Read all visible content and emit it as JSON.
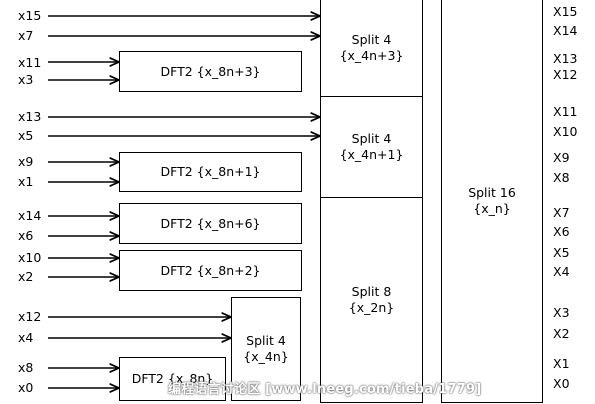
{
  "inputs": {
    "x15": "x15",
    "x7": "x7",
    "x11": "x11",
    "x3": "x3",
    "x13": "x13",
    "x5": "x5",
    "x9": "x9",
    "x1": "x1",
    "x14": "x14",
    "x6": "x6",
    "x10": "x10",
    "x2": "x2",
    "x12": "x12",
    "x4": "x4",
    "x8": "x8",
    "x0": "x0"
  },
  "outputs": {
    "X15": "X15",
    "X14": "X14",
    "X13": "X13",
    "X12": "X12",
    "X11": "X11",
    "X10": "X10",
    "X9": "X9",
    "X8": "X8",
    "X7": "X7",
    "X6": "X6",
    "X5": "X5",
    "X4": "X4",
    "X3": "X3",
    "X2": "X2",
    "X1": "X1",
    "X0": "X0"
  },
  "blocks": {
    "dft_8n3": "DFT2 {x_8n+3}",
    "dft_8n1": "DFT2 {x_8n+1}",
    "dft_8n6": "DFT2 {x_8n+6}",
    "dft_8n2": "DFT2 {x_8n+2}",
    "dft_8n": "DFT2 {x_8n}",
    "split4_top": {
      "title": "Split 4",
      "sub": "{x_4n+3}"
    },
    "split4_mid": {
      "title": "Split 4",
      "sub": "{x_4n+1}"
    },
    "split4_small": {
      "title": "Split 4",
      "sub": "{x_4n}"
    },
    "split8": {
      "title": "Split 8",
      "sub": "{x_2n}"
    },
    "split16": {
      "title": "Split 16",
      "sub": "{x_n}"
    }
  },
  "watermark": "编程语言讨论区 [www.lneeg.com/tieba/1779]"
}
